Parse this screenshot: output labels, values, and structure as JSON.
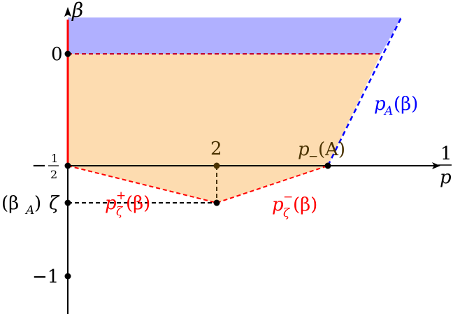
{
  "diagram": {
    "axis_labels": {
      "vertical": "β",
      "horizontal_num": "1",
      "horizontal_den": "p"
    },
    "ticks": {
      "zero": "0",
      "minus_half_sign": "−",
      "minus_half_num": "1",
      "minus_half_den": "2",
      "beta_A": "(β",
      "beta_A_sub": "A",
      "beta_A_close": ")",
      "zeta": "ζ",
      "minus_one": "−1"
    },
    "point_labels": {
      "two": "2",
      "p_minus_A_main": "p",
      "p_minus_A_sub": "−",
      "p_minus_A_arg": "(A)"
    },
    "curve_labels": {
      "pA_main": "p",
      "pA_sub": "A",
      "pA_arg": "(β)",
      "pzeta_plus_main": "p",
      "pzeta_plus_sup": "+",
      "pzeta_plus_sub": "ζ",
      "pzeta_plus_arg": "(β)",
      "pzeta_minus_main": "p",
      "pzeta_minus_sup": "−",
      "pzeta_minus_sub": "ζ",
      "pzeta_minus_arg": "(β)"
    },
    "colors": {
      "blue_region": "#b0b0ff",
      "orange_region": "#fddcb0",
      "red": "#ff0000",
      "blue": "#0000ff",
      "brown": "#4a3200",
      "black": "#000000"
    }
  }
}
